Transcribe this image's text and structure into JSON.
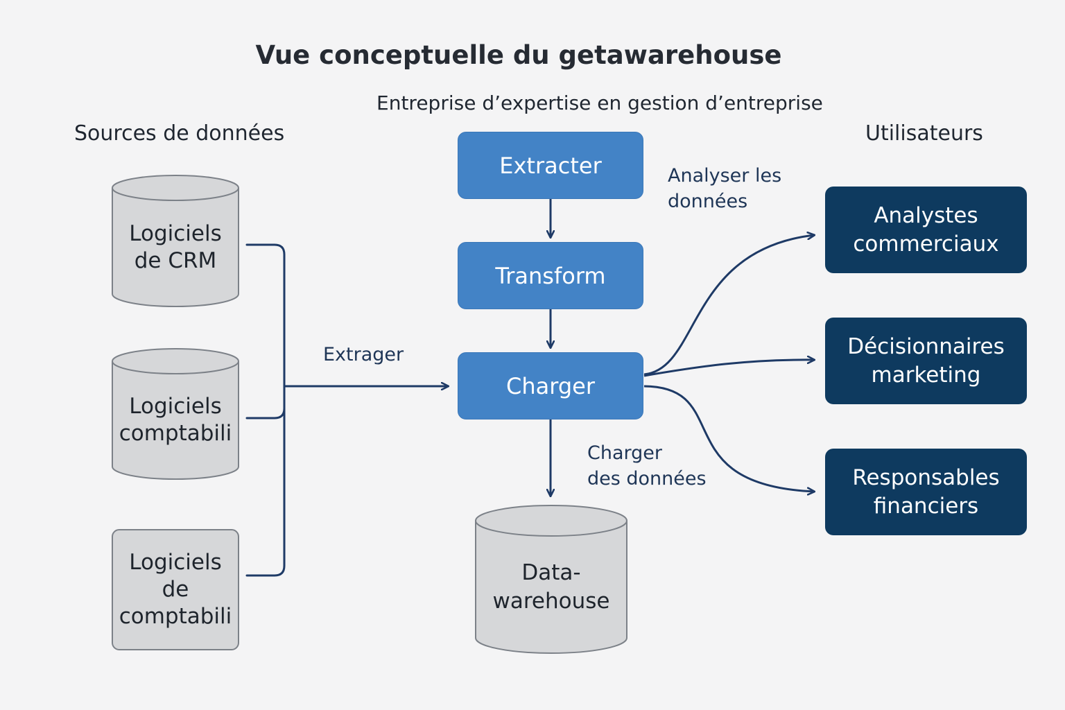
{
  "header": {
    "title": "Vue conceptuelle du getawarehouse",
    "subtitle": "Entreprise d’expertise en gestion d’entreprise"
  },
  "sources": {
    "heading": "Sources de données",
    "items": [
      {
        "label": "Logiciels\nde CRM"
      },
      {
        "label": "Logiciels\ncomptabili"
      },
      {
        "label": "Logiciels\nde\ncomptabili"
      }
    ]
  },
  "pipeline": {
    "extract_label": "Extracter",
    "transform_label": "Transform",
    "load_label": "Charger",
    "edge_extract_label": "Extrager",
    "edge_analyze_label": "Analyser les\ndonnées",
    "edge_load_label": "Charger\ndes données"
  },
  "warehouse": {
    "label": "Data-\nwarehouse"
  },
  "users": {
    "heading": "Utilisateurs",
    "items": [
      {
        "label": "Analystes\ncommerciaux"
      },
      {
        "label": "Décisionnaires\nmarketing"
      },
      {
        "label": "Responsables\nfinanciers"
      }
    ]
  },
  "colors": {
    "step_fill": "#4383c6",
    "user_fill": "#0e3a5f",
    "cylinder_fill": "#d6d7d9",
    "connector": "#1e3a66",
    "background": "#f4f4f5"
  }
}
